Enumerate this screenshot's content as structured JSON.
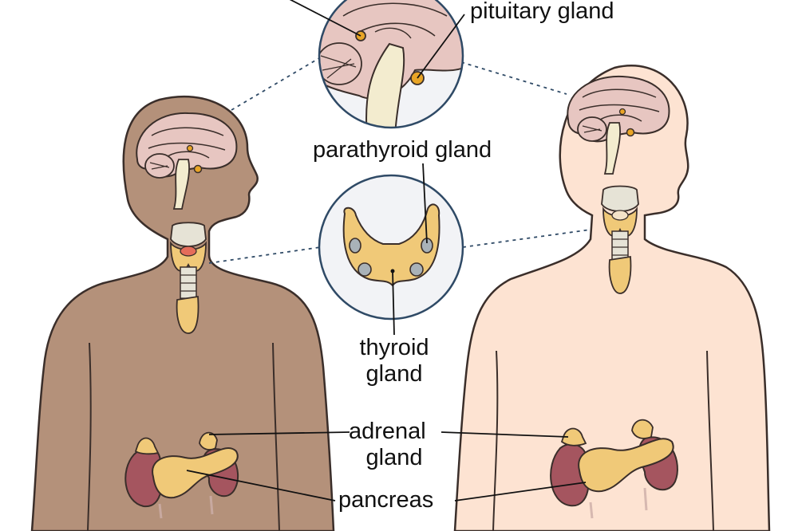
{
  "labels": {
    "pituitary": "pituitary gland",
    "parathyroid": "parathyroid gland",
    "thyroid_line1": "thyroid",
    "thyroid_line2": "gland",
    "adrenal_line1": "adrenal",
    "adrenal_line2": "gland",
    "pancreas": "pancreas"
  },
  "colors": {
    "dark_skin": "#b4917a",
    "light_skin": "#fde3d2",
    "outline": "#3a2e2a",
    "brain": "#e7c6c1",
    "gland_yellow": "#f0c978",
    "gland_orange": "#e9a526",
    "kidney": "#a5555f",
    "cartilage": "#e6e3d6",
    "parathyroid_blue": "#a9b2b8",
    "inset_bg": "#f2f3f6",
    "inset_ring": "#2f4a66"
  }
}
